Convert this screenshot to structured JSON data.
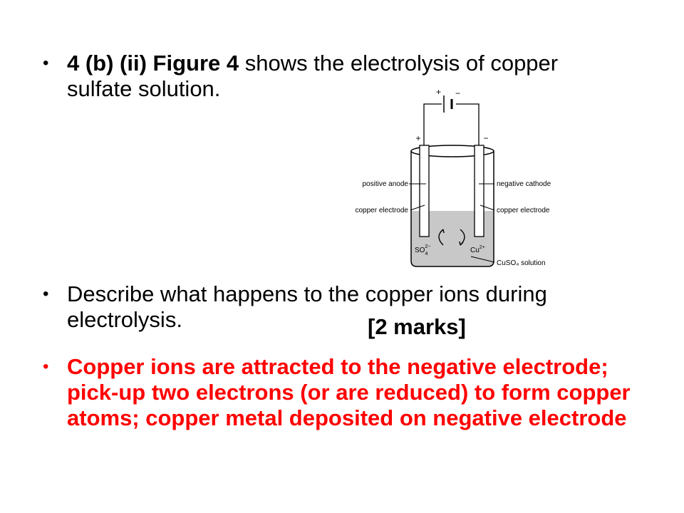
{
  "bullets": {
    "q1_bold": "4 (b) (ii) Figure 4",
    "q1_rest": " shows the electrolysis of copper sulfate solution.",
    "q2_text": "Describe what happens to the copper ions during electrolysis.",
    "q2_marks": "[2 marks]",
    "answer": "Copper ions are attracted to the negative electrode; pick-up two electrons (or are reduced) to form copper atoms; copper metal deposited on negative electrode",
    "bullet_char": "•"
  },
  "figure": {
    "label_positive_anode": "positive anode",
    "label_negative_cathode": "negative cathode",
    "label_copper_electrode_left": "copper electrode",
    "label_copper_electrode_right": "copper electrode",
    "label_so4": "SO",
    "label_so4_sub": "4",
    "label_so4_sup": "2−",
    "label_cu": "Cu",
    "label_cu_sup": "2+",
    "label_solution": "CuSO₄ solution",
    "battery_plus": "+",
    "battery_minus": "−",
    "electrode_plus": "+",
    "electrode_minus": "−"
  },
  "colors": {
    "answer": "#ff0000",
    "solution": "#c8c8c8"
  }
}
